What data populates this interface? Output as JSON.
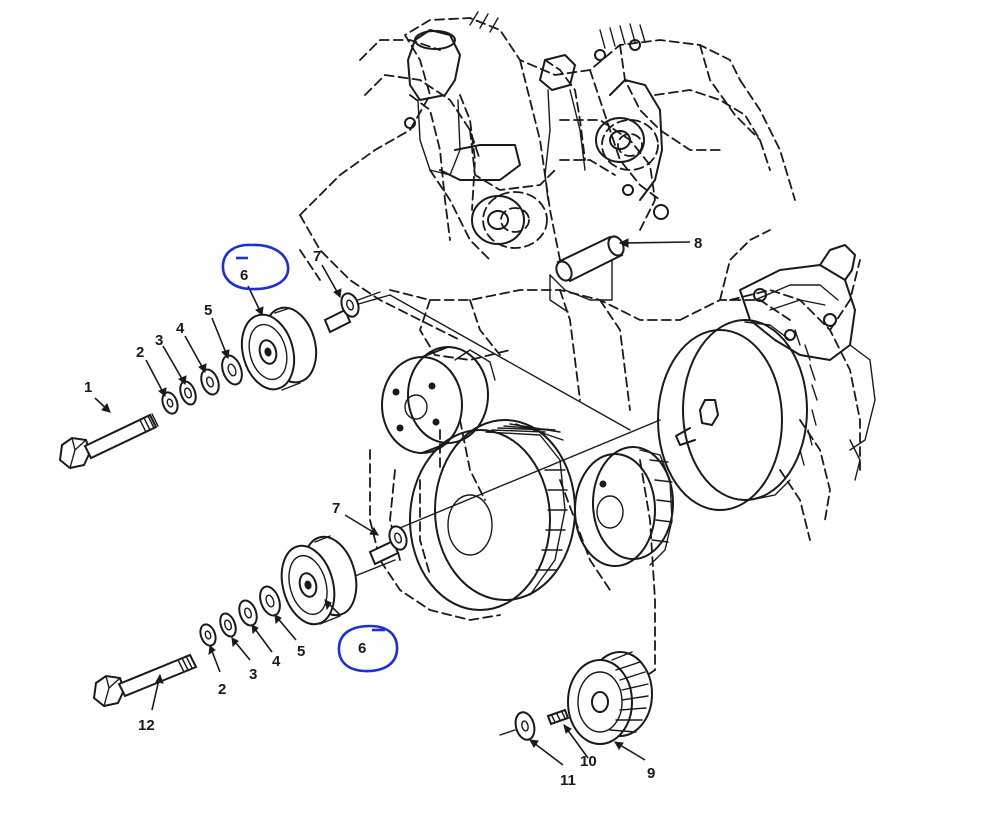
{
  "callouts": {
    "c1": "1",
    "c2_upper": "2",
    "c3_upper": "3",
    "c4_upper": "4",
    "c5_upper": "5",
    "c6_upper": "6",
    "c7_upper": "7",
    "c8": "8",
    "c7_lower": "7",
    "c6_lower": "6",
    "c5_lower": "5",
    "c4_lower": "4",
    "c3_lower": "3",
    "c2_lower": "2",
    "c12": "12",
    "c9": "9",
    "c10": "10",
    "c11": "11"
  },
  "colors": {
    "ink": "#1a1a1a",
    "highlight": "#1d2fd1",
    "background": "#ffffff"
  }
}
